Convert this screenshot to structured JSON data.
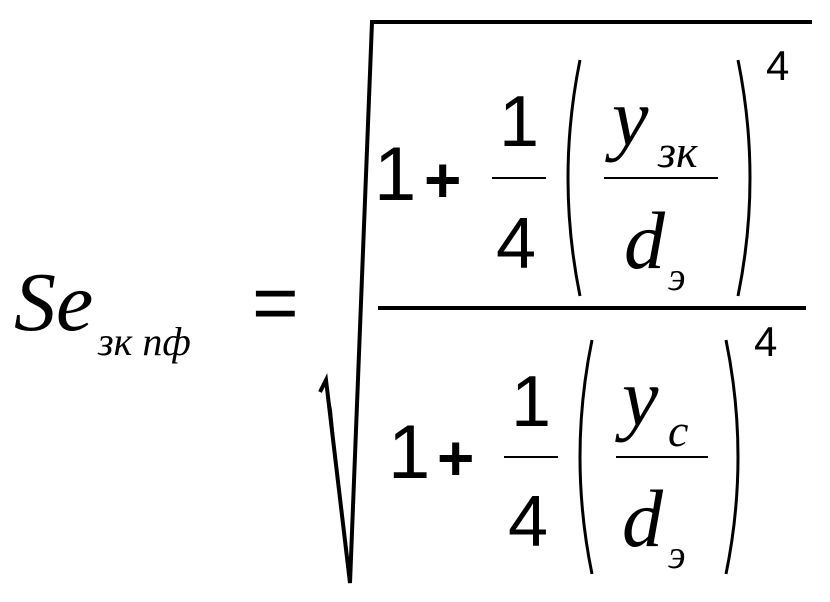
{
  "formula": {
    "lhs": {
      "symbol": "Se",
      "subscript": "зк пф"
    },
    "equals": "=",
    "numerator": {
      "one": "1",
      "plus": "+",
      "coef_num": "1",
      "coef_den": "4",
      "ratio_num": "y",
      "ratio_num_sub": "зк",
      "ratio_den": "d",
      "ratio_den_sub": "э",
      "exponent": "4"
    },
    "denominator": {
      "one": "1",
      "plus": "+",
      "coef_num": "1",
      "coef_den": "4",
      "ratio_num": "y",
      "ratio_num_sub": "c",
      "ratio_den": "d",
      "ratio_den_sub": "э",
      "exponent": "4"
    }
  }
}
